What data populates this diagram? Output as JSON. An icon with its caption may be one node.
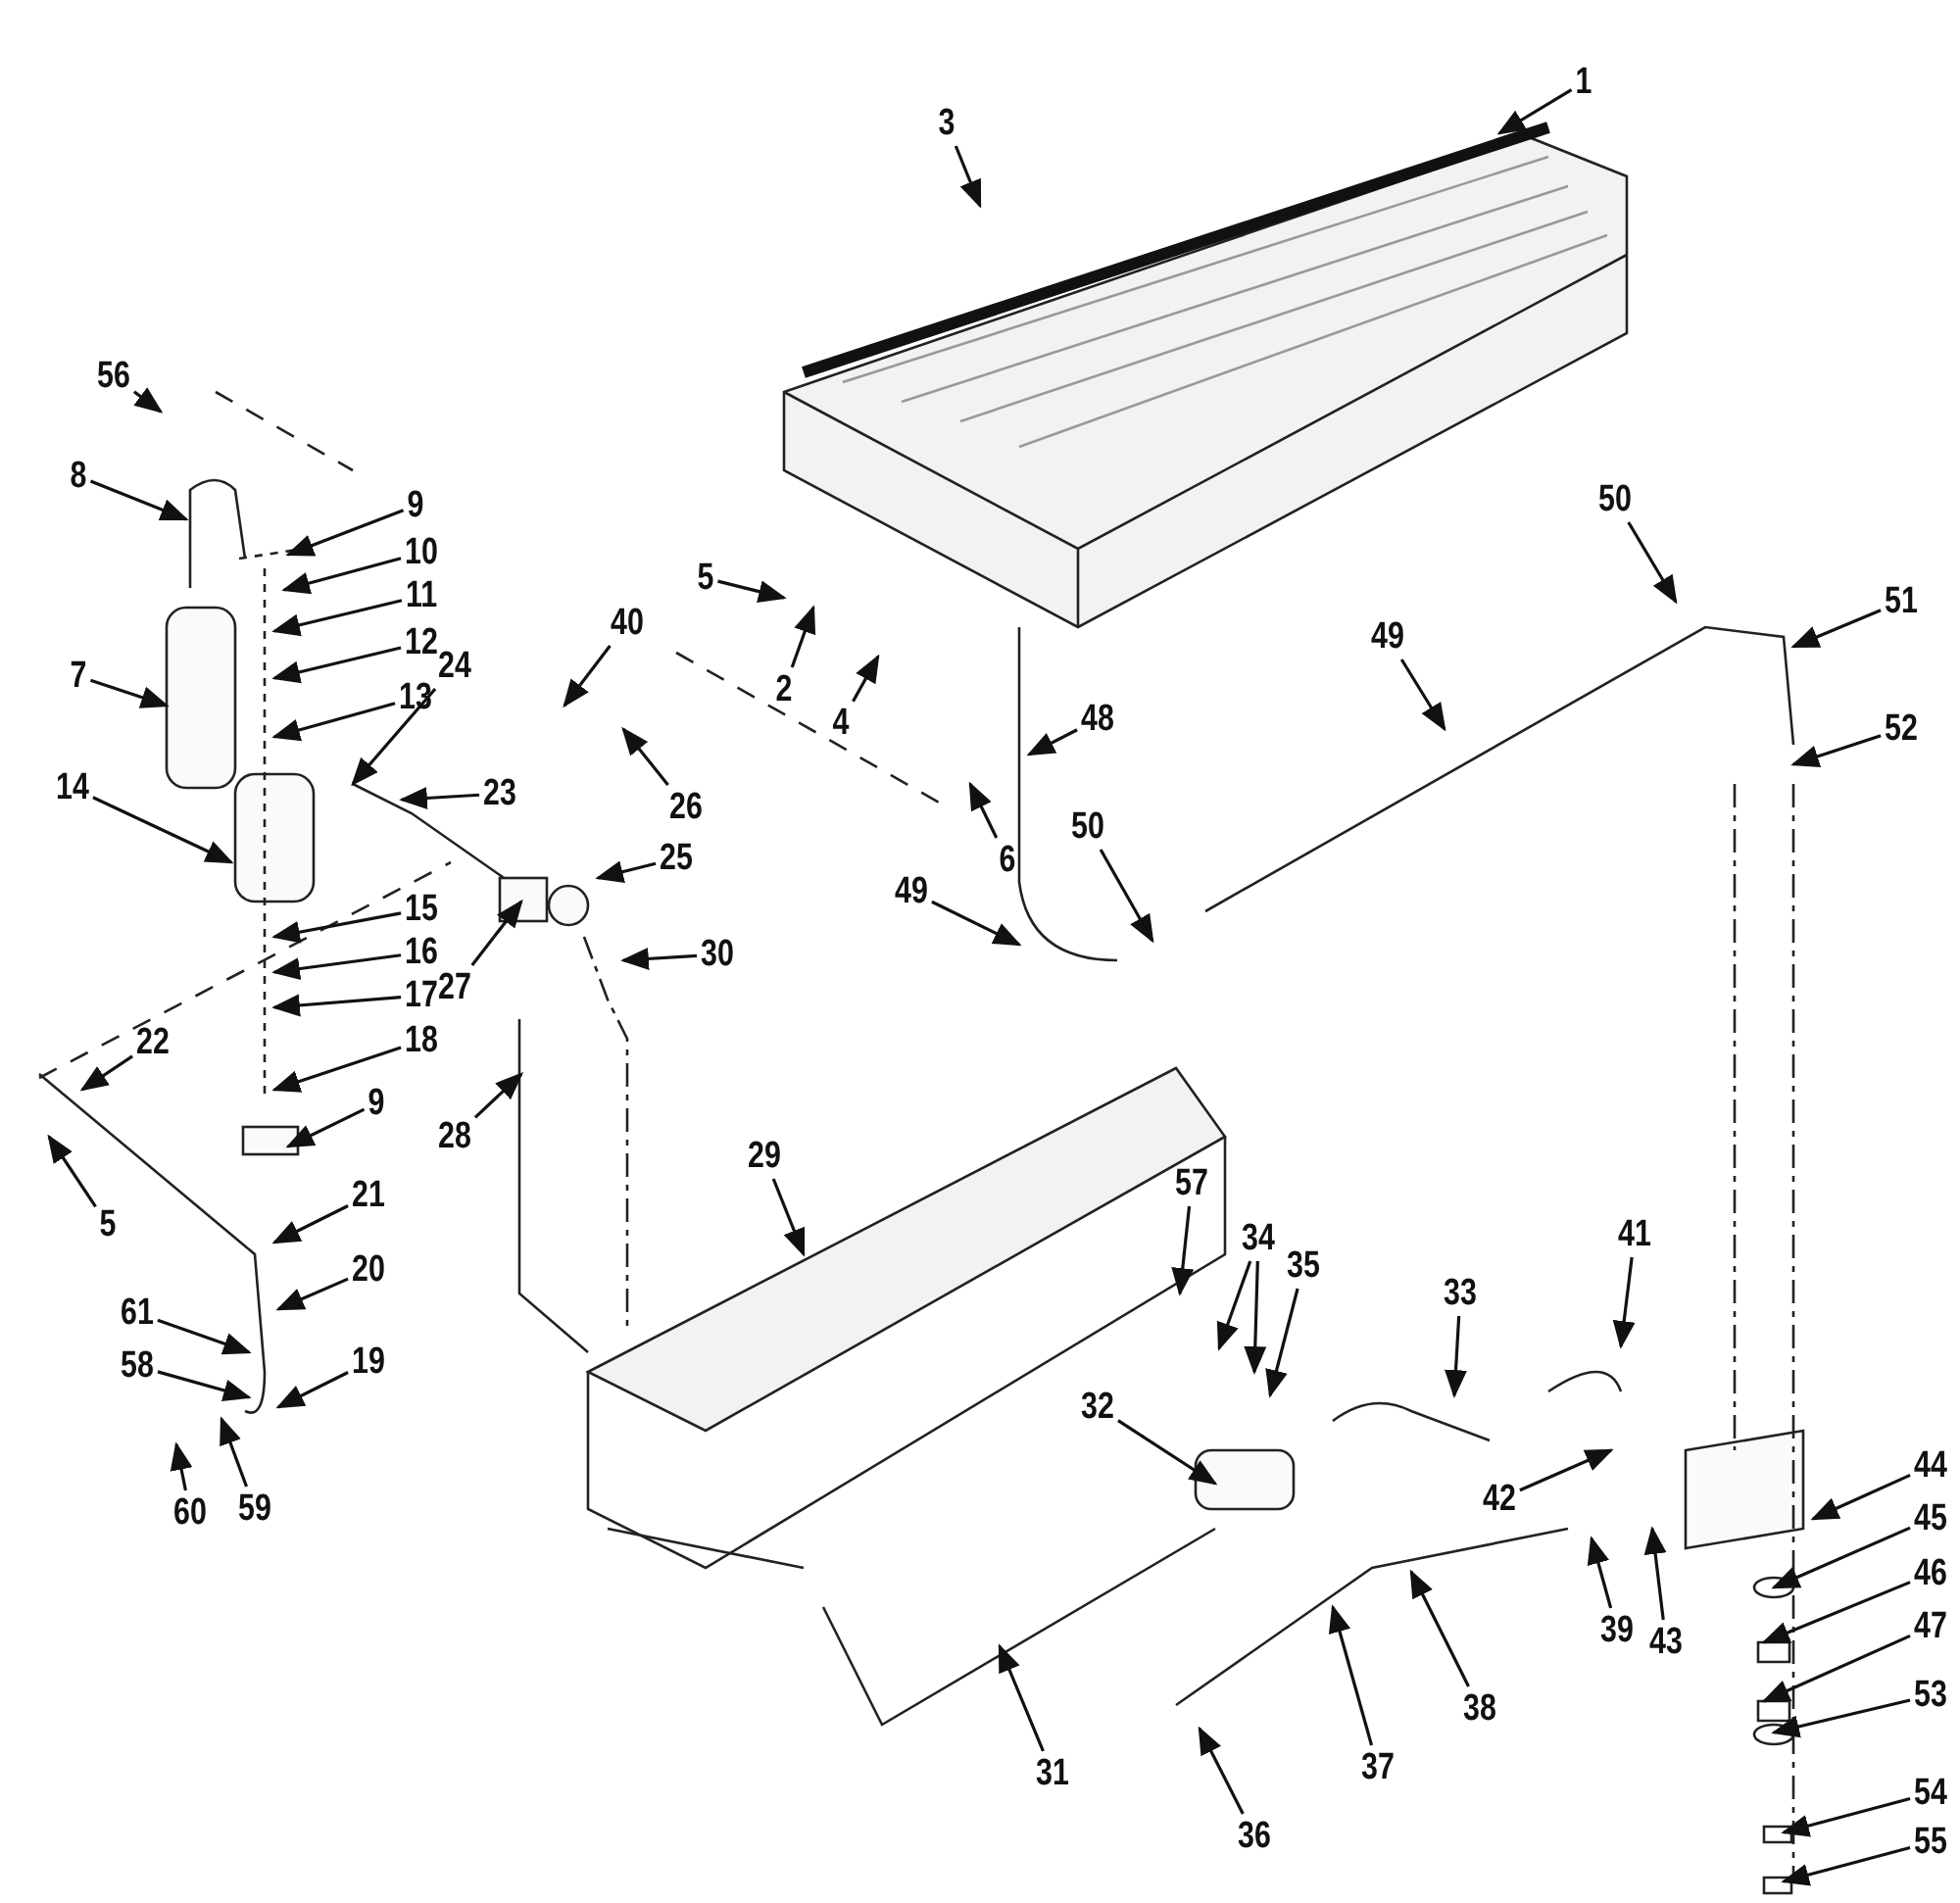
{
  "diagram": {
    "nodes": [
      {
        "text": [
          "1"
        ]
      },
      {
        "text": [
          "3"
        ]
      },
      {
        "text": [
          "56"
        ]
      },
      {
        "text": [
          "8"
        ]
      },
      {
        "text": [
          "9"
        ]
      },
      {
        "text": [
          "10"
        ]
      },
      {
        "text": [
          "11"
        ]
      },
      {
        "text": [
          "12"
        ]
      },
      {
        "text": [
          "13"
        ]
      },
      {
        "text": [
          "7"
        ]
      },
      {
        "text": [
          "5"
        ]
      },
      {
        "text": [
          "50"
        ]
      },
      {
        "text": [
          "51"
        ]
      },
      {
        "text": [
          "2"
        ]
      },
      {
        "text": [
          "24"
        ]
      },
      {
        "text": [
          "40"
        ]
      },
      {
        "text": [
          "4"
        ]
      },
      {
        "text": [
          "48"
        ]
      },
      {
        "text": [
          "49"
        ]
      },
      {
        "text": [
          "52"
        ]
      },
      {
        "text": [
          "14"
        ]
      },
      {
        "text": [
          "23"
        ]
      },
      {
        "text": [
          "26"
        ]
      },
      {
        "text": [
          "25"
        ]
      },
      {
        "text": [
          "6"
        ]
      },
      {
        "text": [
          "30"
        ]
      },
      {
        "text": [
          "50"
        ]
      },
      {
        "text": [
          "49"
        ]
      },
      {
        "text": [
          "15"
        ]
      },
      {
        "text": [
          "16"
        ]
      },
      {
        "text": [
          "27"
        ]
      },
      {
        "text": [
          "17"
        ]
      },
      {
        "text": [
          "18"
        ]
      },
      {
        "text": [
          "22"
        ]
      },
      {
        "text": [
          "28"
        ]
      },
      {
        "text": [
          "9"
        ]
      },
      {
        "text": [
          "29"
        ]
      },
      {
        "text": [
          "5"
        ]
      },
      {
        "text": [
          "21"
        ]
      },
      {
        "text": [
          "57"
        ]
      },
      {
        "text": [
          "34"
        ]
      },
      {
        "text": [
          "35"
        ]
      },
      {
        "text": [
          "20"
        ]
      },
      {
        "text": [
          "41"
        ]
      },
      {
        "text": [
          "33"
        ]
      },
      {
        "text": [
          "61"
        ]
      },
      {
        "text": [
          "58"
        ]
      },
      {
        "text": [
          "19"
        ]
      },
      {
        "text": [
          "32"
        ]
      },
      {
        "text": [
          "42"
        ]
      },
      {
        "text": [
          "44"
        ]
      },
      {
        "text": [
          "45"
        ]
      },
      {
        "text": [
          "60"
        ]
      },
      {
        "text": [
          "59"
        ]
      },
      {
        "text": [
          "43"
        ]
      },
      {
        "text": [
          "39"
        ]
      },
      {
        "text": [
          "46"
        ]
      },
      {
        "text": [
          "47"
        ]
      },
      {
        "text": [
          "53"
        ]
      },
      {
        "text": [
          "38"
        ]
      },
      {
        "text": [
          "37"
        ]
      },
      {
        "text": [
          "31"
        ]
      },
      {
        "text": [
          "54"
        ]
      },
      {
        "text": [
          "55"
        ]
      },
      {
        "text": [
          "36"
        ]
      }
    ],
    "edges": [
      {
        "from": 0,
        "to": null,
        "arrow": "to"
      },
      {
        "from": 1,
        "to": null,
        "arrow": "to"
      },
      {
        "from": 2,
        "to": null,
        "arrow": "to"
      },
      {
        "from": 3,
        "to": null,
        "arrow": "to"
      },
      {
        "from": 4,
        "to": null,
        "arrow": "to"
      },
      {
        "from": 5,
        "to": null,
        "arrow": "to"
      },
      {
        "from": 6,
        "to": null,
        "arrow": "to"
      },
      {
        "from": 7,
        "to": null,
        "arrow": "to"
      },
      {
        "from": 8,
        "to": null,
        "arrow": "to"
      },
      {
        "from": 9,
        "to": null,
        "arrow": "to"
      },
      {
        "from": 10,
        "to": null,
        "arrow": "to"
      },
      {
        "from": 11,
        "to": null,
        "arrow": "to"
      },
      {
        "from": 12,
        "to": null,
        "arrow": "to"
      },
      {
        "from": 13,
        "to": null,
        "arrow": "to"
      },
      {
        "from": 14,
        "to": null,
        "arrow": "to"
      },
      {
        "from": 15,
        "to": null,
        "arrow": "to"
      },
      {
        "from": 16,
        "to": null,
        "arrow": "to"
      },
      {
        "from": 17,
        "to": null,
        "arrow": "to"
      },
      {
        "from": 18,
        "to": null,
        "arrow": "to"
      },
      {
        "from": 19,
        "to": null,
        "arrow": "to"
      },
      {
        "from": 20,
        "to": null,
        "arrow": "to"
      },
      {
        "from": 21,
        "to": null,
        "arrow": "to"
      },
      {
        "from": 22,
        "to": null,
        "arrow": "to"
      },
      {
        "from": 23,
        "to": null,
        "arrow": "to"
      },
      {
        "from": 24,
        "to": null,
        "arrow": "to"
      },
      {
        "from": 25,
        "to": null,
        "arrow": "to"
      },
      {
        "from": 26,
        "to": null,
        "arrow": "to"
      },
      {
        "from": 27,
        "to": null,
        "arrow": "to"
      },
      {
        "from": 28,
        "to": null,
        "arrow": "to"
      },
      {
        "from": 29,
        "to": null,
        "arrow": "to"
      },
      {
        "from": 30,
        "to": null,
        "arrow": "to"
      },
      {
        "from": 31,
        "to": null,
        "arrow": "to"
      },
      {
        "from": 32,
        "to": null,
        "arrow": "to"
      },
      {
        "from": 33,
        "to": null,
        "arrow": "to"
      },
      {
        "from": 34,
        "to": null,
        "arrow": "to"
      },
      {
        "from": 35,
        "to": null,
        "arrow": "to"
      },
      {
        "from": 36,
        "to": null,
        "arrow": "to"
      },
      {
        "from": 37,
        "to": null,
        "arrow": "to"
      },
      {
        "from": 38,
        "to": null,
        "arrow": "to"
      },
      {
        "from": 39,
        "to": null,
        "arrow": "to"
      },
      {
        "from": 40,
        "to": null,
        "arrow": "to"
      },
      {
        "from": 40,
        "to": null,
        "arrow": "to"
      },
      {
        "from": 41,
        "to": null,
        "arrow": "to"
      },
      {
        "from": 42,
        "to": null,
        "arrow": "to"
      },
      {
        "from": 43,
        "to": null,
        "arrow": "to"
      },
      {
        "from": 44,
        "to": null,
        "arrow": "to"
      },
      {
        "from": 45,
        "to": null,
        "arrow": "to"
      },
      {
        "from": 46,
        "to": null,
        "arrow": "to"
      },
      {
        "from": 47,
        "to": null,
        "arrow": "to"
      },
      {
        "from": 48,
        "to": null,
        "arrow": "to"
      },
      {
        "from": 49,
        "to": null,
        "arrow": "to"
      },
      {
        "from": 50,
        "to": null,
        "arrow": "to"
      },
      {
        "from": 51,
        "to": null,
        "arrow": "to"
      },
      {
        "from": 52,
        "to": null,
        "arrow": "to"
      },
      {
        "from": 53,
        "to": null,
        "arrow": "to"
      },
      {
        "from": 54,
        "to": null,
        "arrow": "to"
      },
      {
        "from": 55,
        "to": null,
        "arrow": "to"
      },
      {
        "from": 56,
        "to": null,
        "arrow": "to"
      },
      {
        "from": 57,
        "to": null,
        "arrow": "to"
      },
      {
        "from": 58,
        "to": null,
        "arrow": "to"
      },
      {
        "from": 59,
        "to": null,
        "arrow": "to"
      },
      {
        "from": 60,
        "to": null,
        "arrow": "to"
      },
      {
        "from": 61,
        "to": null,
        "arrow": "to"
      },
      {
        "from": 62,
        "to": null,
        "arrow": "to"
      },
      {
        "from": 63,
        "to": null,
        "arrow": "to"
      },
      {
        "from": 64,
        "to": null,
        "arrow": "to"
      }
    ]
  }
}
